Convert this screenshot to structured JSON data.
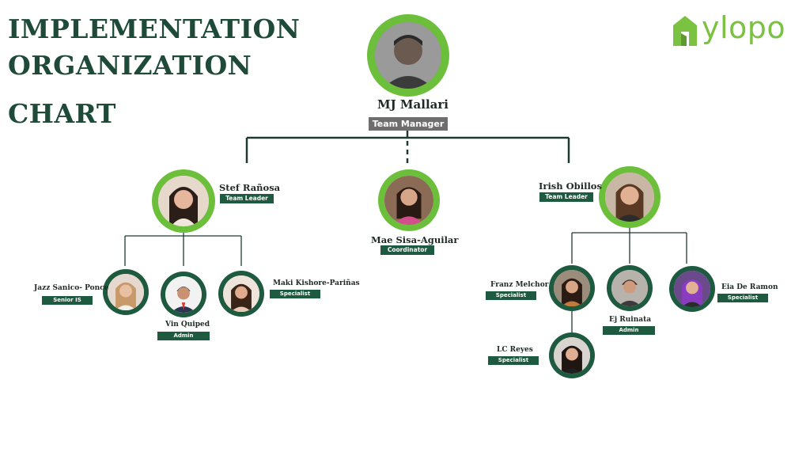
{
  "title": {
    "line1": "IMPLEMENTATION",
    "line2": "ORGANIZATION",
    "line3": "CHART"
  },
  "logo": {
    "text": "ylopo",
    "icon": "house-icon",
    "color": "#7cc242"
  },
  "colors": {
    "ring_primary": "#6cbf3a",
    "ring_secondary": "#1e5a3f",
    "badge": "#1e5a3f",
    "manager_badge": "#6e6e6e",
    "line": "#1f3a33"
  },
  "people": {
    "manager": {
      "name": "MJ Mallari",
      "role": "Team Manager"
    },
    "leader_left": {
      "name": "Stef Rañosa",
      "role": "Team Leader"
    },
    "coordinator": {
      "name": "Mae Sisa-Aguilar",
      "role": "Coordinator"
    },
    "leader_right": {
      "name": "Irish Obillos",
      "role": "Team Leader"
    },
    "jazz": {
      "name": "Jazz Sanico- Ponce",
      "role": "Senior IS"
    },
    "vin": {
      "name": "Vin Quiped",
      "role": "Admin"
    },
    "maki": {
      "name": "Maki Kishore-Pariñas",
      "role": "Specialist"
    },
    "franz": {
      "name": "Franz Melchor",
      "role": "Specialist"
    },
    "ej": {
      "name": "Ej Ruinata",
      "role": "Admin"
    },
    "eia": {
      "name": "Eia De Ramon",
      "role": "Specialist"
    },
    "lc": {
      "name": "LC Reyes",
      "role": "Specialist"
    }
  }
}
